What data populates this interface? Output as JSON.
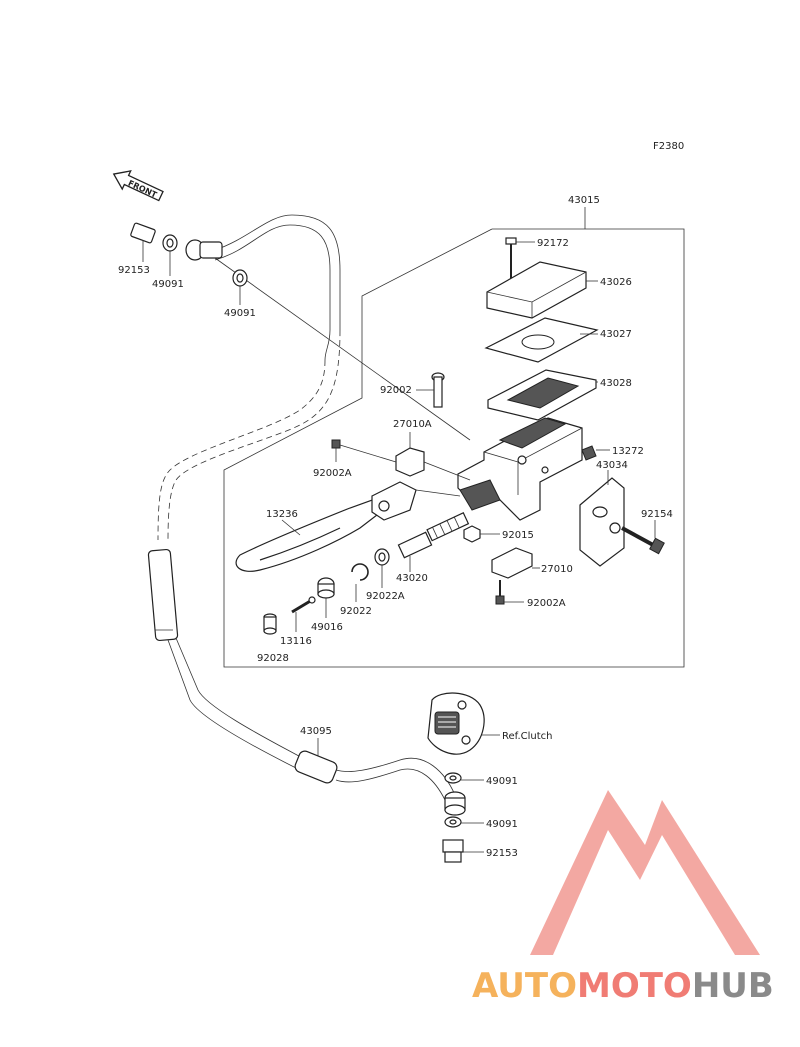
{
  "diagram": {
    "figure_code": "F2380",
    "front_label": "FRONT",
    "parts": {
      "p43015": "43015",
      "p92172": "92172",
      "p43026": "43026",
      "p43027": "43027",
      "p43028": "43028",
      "p92002": "92002",
      "p13272": "13272",
      "p27010A": "27010A",
      "p43034": "43034",
      "p92002A_top": "92002A",
      "p92154": "92154",
      "p13236": "13236",
      "p92015": "92015",
      "p27010": "27010",
      "p43020": "43020",
      "p92022A": "92022A",
      "p92022": "92022",
      "p49016": "49016",
      "p13116": "13116",
      "p92028": "92028",
      "p92002A_bottom": "92002A",
      "p92153_top": "92153",
      "p49091_top_left": "49091",
      "p49091_top_mid": "49091",
      "p43095": "43095",
      "ref_clutch": "Ref.Clutch",
      "p49091_bottom_a": "49091",
      "p49091_bottom_b": "49091",
      "p92153_bottom": "92153"
    }
  },
  "watermark": {
    "brand_part1": "AUTO",
    "brand_part2": "MOTO",
    "brand_part3": "HUB",
    "color_orange": "#f5b25c",
    "color_red": "#f07c74",
    "color_gray": "#8a8a8a"
  }
}
